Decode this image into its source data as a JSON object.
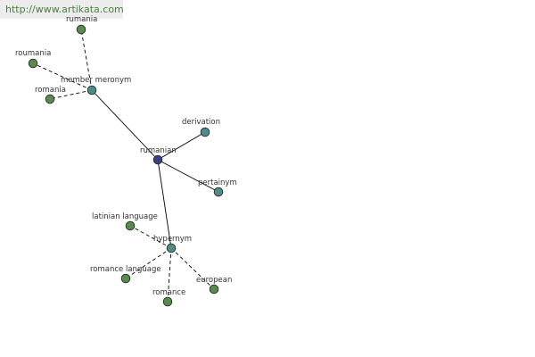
{
  "watermark": {
    "text": "http://www.artikata.com"
  },
  "colors": {
    "leaf": "#5a8a50",
    "relation": "#4f8b8b",
    "center": "#3c3c88",
    "edge": "#000000"
  },
  "graph": {
    "nodes": [
      {
        "id": "rumanian",
        "label": "rumanian",
        "kind": "center"
      },
      {
        "id": "member-meronym",
        "label": "member meronym",
        "kind": "relation"
      },
      {
        "id": "derivation",
        "label": "derivation",
        "kind": "relation"
      },
      {
        "id": "pertainym",
        "label": "pertainym",
        "kind": "relation"
      },
      {
        "id": "hypernym",
        "label": "hypernym",
        "kind": "relation"
      },
      {
        "id": "rumania",
        "label": "rumania",
        "kind": "leaf"
      },
      {
        "id": "roumania",
        "label": "roumania",
        "kind": "leaf"
      },
      {
        "id": "romania",
        "label": "romania",
        "kind": "leaf"
      },
      {
        "id": "latinian-language",
        "label": "latinian language",
        "kind": "leaf"
      },
      {
        "id": "romance-language",
        "label": "romance language",
        "kind": "leaf"
      },
      {
        "id": "romance",
        "label": "romance",
        "kind": "leaf"
      },
      {
        "id": "european",
        "label": "european",
        "kind": "leaf"
      }
    ],
    "edges": [
      {
        "from": "rumanian",
        "to": "member-meronym",
        "style": "solid"
      },
      {
        "from": "rumanian",
        "to": "derivation",
        "style": "solid"
      },
      {
        "from": "rumanian",
        "to": "pertainym",
        "style": "solid"
      },
      {
        "from": "rumanian",
        "to": "hypernym",
        "style": "solid"
      },
      {
        "from": "member-meronym",
        "to": "rumania",
        "style": "dashed"
      },
      {
        "from": "member-meronym",
        "to": "roumania",
        "style": "dashed"
      },
      {
        "from": "member-meronym",
        "to": "romania",
        "style": "dashed"
      },
      {
        "from": "hypernym",
        "to": "latinian-language",
        "style": "dashed"
      },
      {
        "from": "hypernym",
        "to": "romance-language",
        "style": "dashed"
      },
      {
        "from": "hypernym",
        "to": "romance",
        "style": "dashed"
      },
      {
        "from": "hypernym",
        "to": "european",
        "style": "dashed"
      }
    ]
  }
}
